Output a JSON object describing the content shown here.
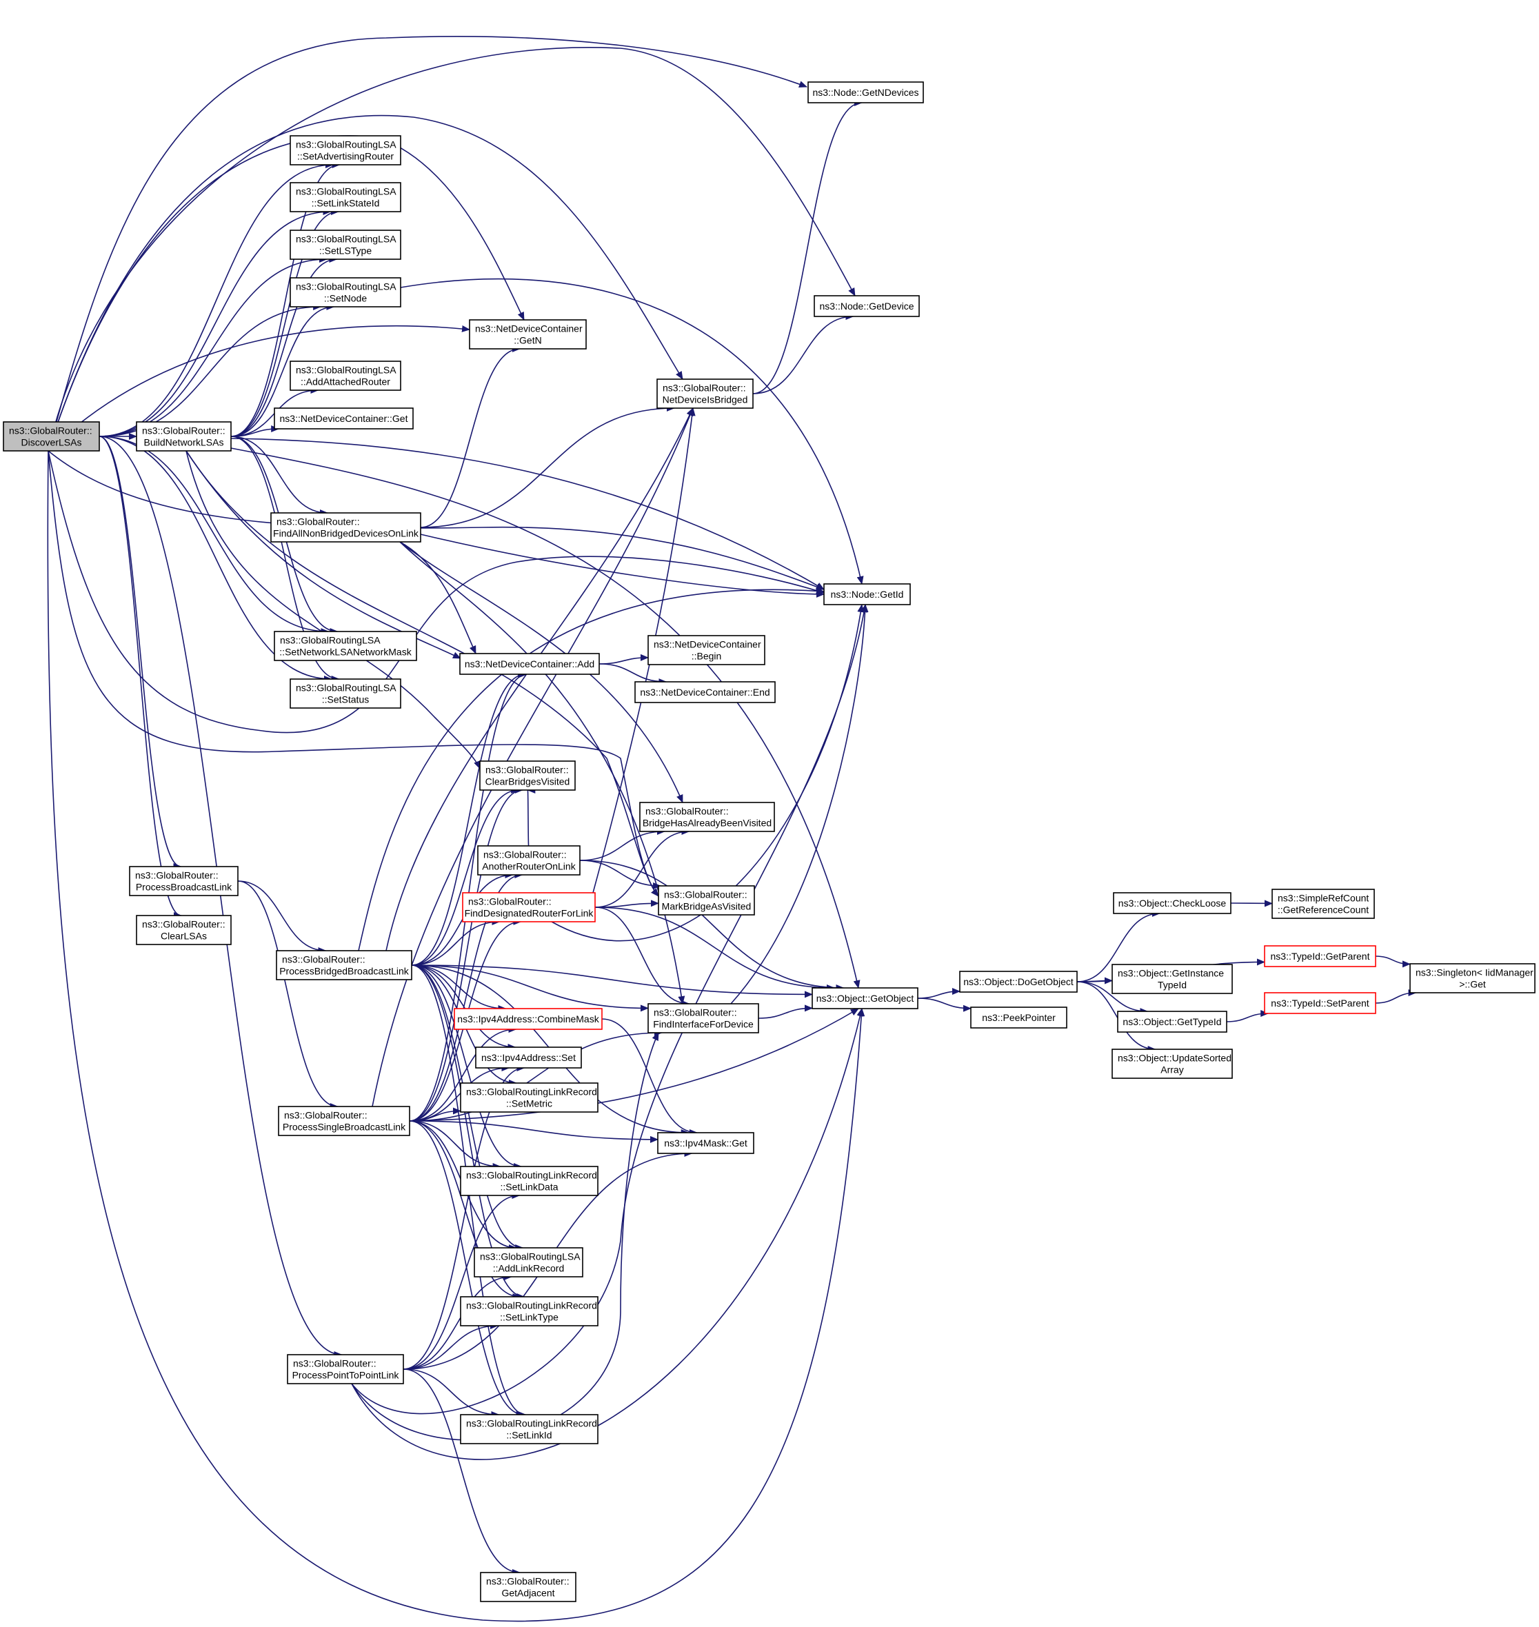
{
  "nodes": [
    {
      "id": "discover",
      "lines": [
        "ns3::GlobalRouter::",
        "DiscoverLSAs"
      ],
      "style": "current"
    },
    {
      "id": "build",
      "lines": [
        "ns3::GlobalRouter::",
        "BuildNetworkLSAs"
      ]
    },
    {
      "id": "setadv",
      "lines": [
        "ns3::GlobalRoutingLSA",
        "::SetAdvertisingRouter"
      ]
    },
    {
      "id": "setlinkstate",
      "lines": [
        "ns3::GlobalRoutingLSA",
        "::SetLinkStateId"
      ]
    },
    {
      "id": "setlstype",
      "lines": [
        "ns3::GlobalRoutingLSA",
        "::SetLSType"
      ]
    },
    {
      "id": "setnode",
      "lines": [
        "ns3::GlobalRoutingLSA",
        "::SetNode"
      ]
    },
    {
      "id": "addattached",
      "lines": [
        "ns3::GlobalRoutingLSA",
        "::AddAttachedRouter"
      ]
    },
    {
      "id": "ndcget",
      "lines": [
        "ns3::NetDeviceContainer::Get"
      ]
    },
    {
      "id": "findallnonbridged",
      "lines": [
        "ns3::GlobalRouter::",
        "FindAllNonBridgedDevicesOnLink"
      ]
    },
    {
      "id": "setnetmask",
      "lines": [
        "ns3::GlobalRoutingLSA",
        "::SetNetworkLSANetworkMask"
      ]
    },
    {
      "id": "setstatus",
      "lines": [
        "ns3::GlobalRoutingLSA",
        "::SetStatus"
      ]
    },
    {
      "id": "ndcgetn",
      "lines": [
        "ns3::NetDeviceContainer",
        "::GetN"
      ]
    },
    {
      "id": "getndevices",
      "lines": [
        "ns3::Node::GetNDevices"
      ]
    },
    {
      "id": "getdevice",
      "lines": [
        "ns3::Node::GetDevice"
      ]
    },
    {
      "id": "netdevbridged",
      "lines": [
        "ns3::GlobalRouter::",
        "NetDeviceIsBridged"
      ]
    },
    {
      "id": "getid",
      "lines": [
        "ns3::Node::GetId"
      ]
    },
    {
      "id": "ndcadd",
      "lines": [
        "ns3::NetDeviceContainer::Add"
      ]
    },
    {
      "id": "ndcbegin",
      "lines": [
        "ns3::NetDeviceContainer",
        "::Begin"
      ]
    },
    {
      "id": "ndcend",
      "lines": [
        "ns3::NetDeviceContainer::End"
      ]
    },
    {
      "id": "clearbridges",
      "lines": [
        "ns3::GlobalRouter::",
        "ClearBridgesVisited"
      ]
    },
    {
      "id": "bridgevisited",
      "lines": [
        "ns3::GlobalRouter::",
        "BridgeHasAlreadyBeenVisited"
      ]
    },
    {
      "id": "anotherrouter",
      "lines": [
        "ns3::GlobalRouter::",
        "AnotherRouterOnLink"
      ]
    },
    {
      "id": "finddesignated",
      "lines": [
        "ns3::GlobalRouter::",
        "FindDesignatedRouterForLink"
      ],
      "style": "red"
    },
    {
      "id": "markbridge",
      "lines": [
        "ns3::GlobalRouter::",
        "MarkBridgeAsVisited"
      ]
    },
    {
      "id": "processbroadcast",
      "lines": [
        "ns3::GlobalRouter::",
        "ProcessBroadcastLink"
      ]
    },
    {
      "id": "clearlsas",
      "lines": [
        "ns3::GlobalRouter::",
        "ClearLSAs"
      ]
    },
    {
      "id": "processbridged",
      "lines": [
        "ns3::GlobalRouter::",
        "ProcessBridgedBroadcastLink"
      ]
    },
    {
      "id": "combinemask",
      "lines": [
        "ns3::Ipv4Address::CombineMask"
      ],
      "style": "red"
    },
    {
      "id": "ipv4set",
      "lines": [
        "ns3::Ipv4Address::Set"
      ]
    },
    {
      "id": "setmetric",
      "lines": [
        "ns3::GlobalRoutingLinkRecord",
        "::SetMetric"
      ]
    },
    {
      "id": "findiface",
      "lines": [
        "ns3::GlobalRouter::",
        "FindInterfaceForDevice"
      ]
    },
    {
      "id": "getobject",
      "lines": [
        "ns3::Object::GetObject"
      ]
    },
    {
      "id": "processsingle",
      "lines": [
        "ns3::GlobalRouter::",
        "ProcessSingleBroadcastLink"
      ]
    },
    {
      "id": "maskget",
      "lines": [
        "ns3::Ipv4Mask::Get"
      ]
    },
    {
      "id": "setlinkdata",
      "lines": [
        "ns3::GlobalRoutingLinkRecord",
        "::SetLinkData"
      ]
    },
    {
      "id": "addlinkrecord",
      "lines": [
        "ns3::GlobalRoutingLSA",
        "::AddLinkRecord"
      ]
    },
    {
      "id": "setlinktype",
      "lines": [
        "ns3::GlobalRoutingLinkRecord",
        "::SetLinkType"
      ]
    },
    {
      "id": "processp2p",
      "lines": [
        "ns3::GlobalRouter::",
        "ProcessPointToPointLink"
      ]
    },
    {
      "id": "setlinkid",
      "lines": [
        "ns3::GlobalRoutingLinkRecord",
        "::SetLinkId"
      ]
    },
    {
      "id": "getadjacent",
      "lines": [
        "ns3::GlobalRouter::",
        "GetAdjacent"
      ]
    },
    {
      "id": "dogetobject",
      "lines": [
        "ns3::Object::DoGetObject"
      ]
    },
    {
      "id": "peekpointer",
      "lines": [
        "ns3::PeekPointer"
      ]
    },
    {
      "id": "checkloose",
      "lines": [
        "ns3::Object::CheckLoose"
      ]
    },
    {
      "id": "getrefcount",
      "lines": [
        "ns3::SimpleRefCount",
        "::GetReferenceCount"
      ]
    },
    {
      "id": "typeidgetparent",
      "lines": [
        "ns3::TypeId::GetParent"
      ],
      "style": "red"
    },
    {
      "id": "getinstancetypeid",
      "lines": [
        "ns3::Object::GetInstance",
        "TypeId"
      ]
    },
    {
      "id": "gettypeid",
      "lines": [
        "ns3::Object::GetTypeId"
      ]
    },
    {
      "id": "typeidsetparent",
      "lines": [
        "ns3::TypeId::SetParent"
      ],
      "style": "red"
    },
    {
      "id": "updatesorted",
      "lines": [
        "ns3::Object::UpdateSorted",
        "Array"
      ]
    },
    {
      "id": "singletonget",
      "lines": [
        "ns3::Singleton< IidManager",
        ">::Get"
      ]
    }
  ]
}
